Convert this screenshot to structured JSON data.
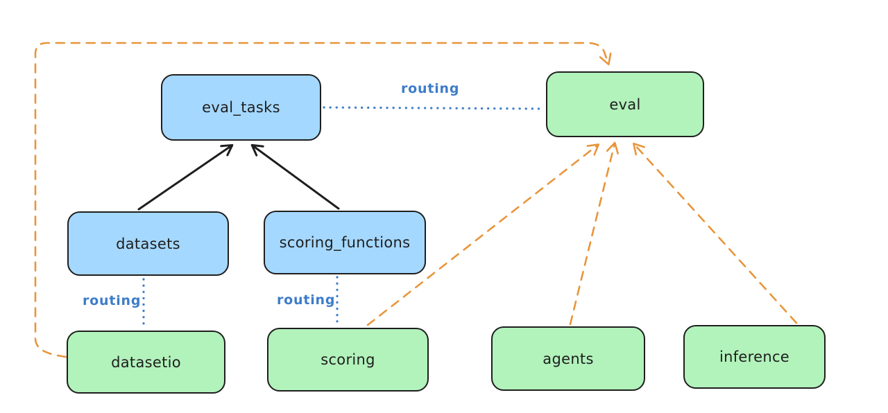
{
  "diagram": {
    "colors": {
      "background": "#ffffff",
      "blue_fill": "#a5d8ff",
      "green_fill": "#b2f2bb",
      "stroke": "#1e1e1e",
      "orange": "#e8953b",
      "routing_blue": "#3d7cc9"
    },
    "nodes": [
      {
        "id": "eval_tasks",
        "label": "eval_tasks",
        "color": "blue"
      },
      {
        "id": "eval",
        "label": "eval",
        "color": "green"
      },
      {
        "id": "datasets",
        "label": "datasets",
        "color": "blue"
      },
      {
        "id": "scoring_functions",
        "label": "scoring_functions",
        "color": "blue"
      },
      {
        "id": "datasetio",
        "label": "datasetio",
        "color": "green"
      },
      {
        "id": "scoring",
        "label": "scoring",
        "color": "green"
      },
      {
        "id": "agents",
        "label": "agents",
        "color": "green"
      },
      {
        "id": "inference",
        "label": "inference",
        "color": "green"
      }
    ],
    "edges": [
      {
        "from": "datasets",
        "to": "eval_tasks",
        "style": "solid",
        "arrow": true,
        "color": "black",
        "label": ""
      },
      {
        "from": "scoring_functions",
        "to": "eval_tasks",
        "style": "solid",
        "arrow": true,
        "color": "black",
        "label": ""
      },
      {
        "from": "eval_tasks",
        "to": "eval",
        "style": "dotted",
        "arrow": false,
        "color": "blue",
        "label": "routing"
      },
      {
        "from": "datasets",
        "to": "datasetio",
        "style": "dotted",
        "arrow": false,
        "color": "blue",
        "label": "routing"
      },
      {
        "from": "scoring_functions",
        "to": "scoring",
        "style": "dotted",
        "arrow": false,
        "color": "blue",
        "label": "routing"
      },
      {
        "from": "datasetio",
        "to": "eval",
        "style": "dashed",
        "arrow": true,
        "color": "orange",
        "label": ""
      },
      {
        "from": "scoring",
        "to": "eval",
        "style": "dashed",
        "arrow": true,
        "color": "orange",
        "label": ""
      },
      {
        "from": "agents",
        "to": "eval",
        "style": "dashed",
        "arrow": true,
        "color": "orange",
        "label": ""
      },
      {
        "from": "inference",
        "to": "eval",
        "style": "dashed",
        "arrow": true,
        "color": "orange",
        "label": ""
      }
    ]
  }
}
